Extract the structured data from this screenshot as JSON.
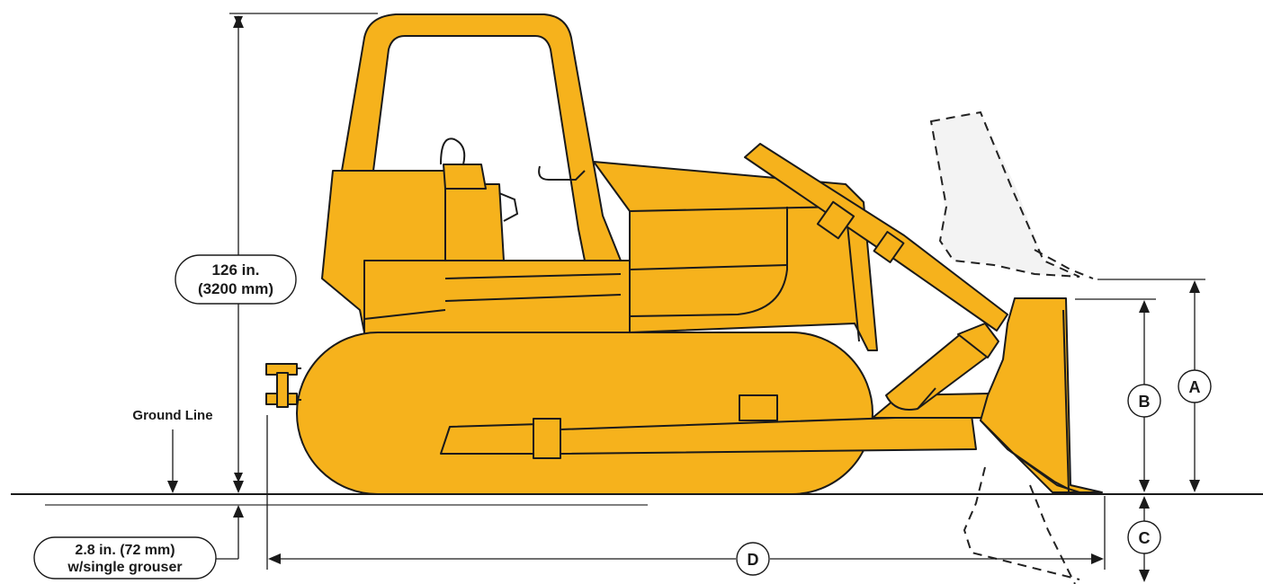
{
  "labels": {
    "overall_height": {
      "line1": "126 in.",
      "line2": "(3200 mm)"
    },
    "ground_line": "Ground Line",
    "grouser": {
      "line1": "2.8 in. (72 mm)",
      "line2": "w/single grouser"
    },
    "dim_a": "A",
    "dim_b": "B",
    "dim_c": "C",
    "dim_d": "D"
  },
  "colors": {
    "machine_body": "#f6b21c",
    "machine_shadow": "#eaa312",
    "outline": "#1a1a1a",
    "background": "#ffffff"
  }
}
